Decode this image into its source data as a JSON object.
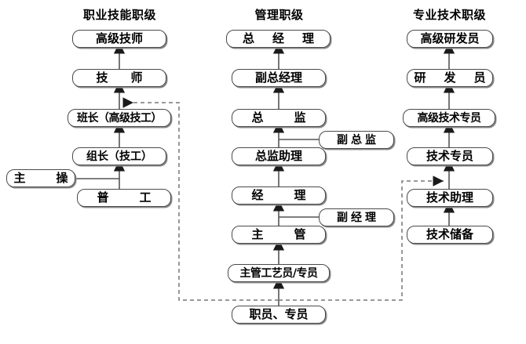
{
  "diagram": {
    "title_internal": "Career Ladder / Rank Structure Chart",
    "background": "#ffffff",
    "box_border_color": "#4a4a4a",
    "box_shadow_color": "#8a8a8a",
    "line_color": "#555555",
    "dashed_line_color": "#777777",
    "columns": [
      {
        "id": "skill",
        "title": "职业技能职级"
      },
      {
        "id": "management",
        "title": "管理职级"
      },
      {
        "id": "technical",
        "title": "专业技术职级"
      }
    ],
    "nodes": [
      {
        "id": "n1",
        "column": "skill",
        "label": "高级技师"
      },
      {
        "id": "n2",
        "column": "skill",
        "label": "技　师"
      },
      {
        "id": "n3",
        "column": "skill",
        "label": "班长（高级技工）"
      },
      {
        "id": "n4",
        "column": "skill",
        "label": "组长（技工）"
      },
      {
        "id": "n5",
        "column": "skill",
        "label": "普　工"
      },
      {
        "id": "n6",
        "column": "skill",
        "label": "主　操"
      },
      {
        "id": "m1",
        "column": "management",
        "label": "总　经　理"
      },
      {
        "id": "m2",
        "column": "management",
        "label": "副总经理"
      },
      {
        "id": "m3",
        "column": "management",
        "label": "总　监"
      },
      {
        "id": "m4",
        "column": "management",
        "label": "总监助理"
      },
      {
        "id": "m5",
        "column": "management",
        "label": "经　理"
      },
      {
        "id": "m6",
        "column": "management",
        "label": "主　管"
      },
      {
        "id": "m7",
        "column": "management",
        "label": "主管工艺员/专员"
      },
      {
        "id": "m8",
        "column": "management",
        "label": "职员、专员"
      },
      {
        "id": "m9",
        "column": "management",
        "label": "副总监"
      },
      {
        "id": "m10",
        "column": "management",
        "label": "副经理"
      },
      {
        "id": "t1",
        "column": "technical",
        "label": "高级研发员"
      },
      {
        "id": "t2",
        "column": "technical",
        "label": "研　发　员"
      },
      {
        "id": "t3",
        "column": "technical",
        "label": "高级技术专员"
      },
      {
        "id": "t4",
        "column": "technical",
        "label": "技术专员"
      },
      {
        "id": "t5",
        "column": "technical",
        "label": "技术助理"
      },
      {
        "id": "t6",
        "column": "technical",
        "label": "技术储备"
      }
    ],
    "edges": [
      {
        "from": "n2",
        "to": "n1",
        "style": "solid",
        "arrow": "up"
      },
      {
        "from": "n3",
        "to": "n2",
        "style": "solid",
        "arrow": "up"
      },
      {
        "from": "n4",
        "to": "n3",
        "style": "solid",
        "arrow": "up"
      },
      {
        "from": "n5",
        "to": "n4",
        "style": "solid",
        "arrow": "up"
      },
      {
        "from": "n6",
        "to": "n4",
        "style": "solid",
        "arrow": "none"
      },
      {
        "from": "m2",
        "to": "m1",
        "style": "solid",
        "arrow": "up"
      },
      {
        "from": "m3",
        "to": "m2",
        "style": "solid",
        "arrow": "up"
      },
      {
        "from": "m4",
        "to": "m3",
        "style": "solid",
        "arrow": "up"
      },
      {
        "from": "m5",
        "to": "m4",
        "style": "solid",
        "arrow": "up"
      },
      {
        "from": "m6",
        "to": "m5",
        "style": "solid",
        "arrow": "up"
      },
      {
        "from": "m7",
        "to": "m6",
        "style": "solid",
        "arrow": "up"
      },
      {
        "from": "m8",
        "to": "m7",
        "style": "solid",
        "arrow": "up"
      },
      {
        "from": "m9",
        "to": "m3",
        "style": "solid",
        "arrow": "none"
      },
      {
        "from": "m10",
        "to": "m5",
        "style": "solid",
        "arrow": "none"
      },
      {
        "from": "t2",
        "to": "t1",
        "style": "solid",
        "arrow": "up"
      },
      {
        "from": "t3",
        "to": "t2",
        "style": "solid",
        "arrow": "up"
      },
      {
        "from": "t4",
        "to": "t3",
        "style": "solid",
        "arrow": "up"
      },
      {
        "from": "t5",
        "to": "t4",
        "style": "solid",
        "arrow": "up"
      },
      {
        "from": "t6",
        "to": "t5",
        "style": "solid",
        "arrow": "up"
      },
      {
        "from": "m8",
        "to": "n3",
        "style": "dashed",
        "arrow": "left"
      },
      {
        "from": "m8",
        "to": "t4",
        "style": "dashed",
        "arrow": "right"
      }
    ]
  }
}
